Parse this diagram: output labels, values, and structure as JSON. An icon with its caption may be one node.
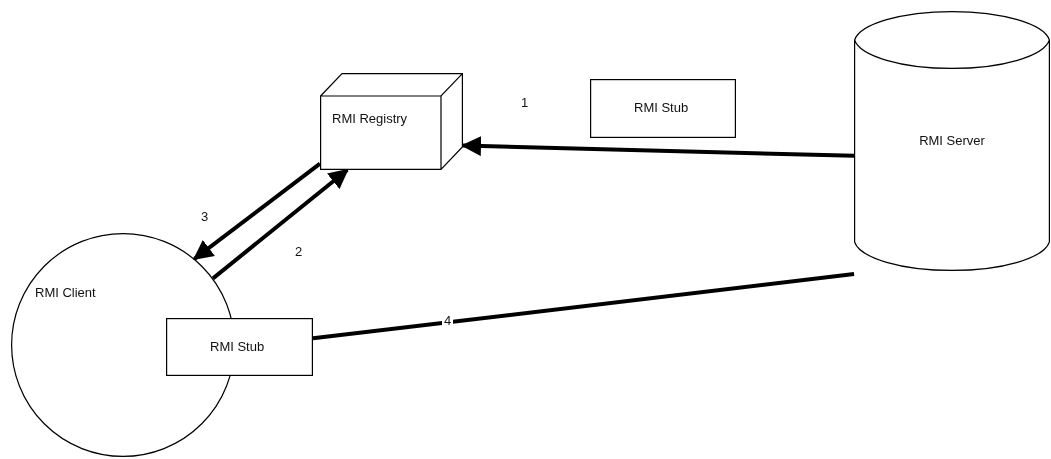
{
  "diagram": {
    "nodes": [
      {
        "text": [
          "RMI Registry"
        ]
      },
      {
        "text": [
          "RMI Stub"
        ]
      },
      {
        "text": [
          "RMI Server"
        ]
      },
      {
        "text": [
          "RMI Client"
        ]
      },
      {
        "text": [
          "RMI Stub"
        ]
      }
    ],
    "edges": [
      {
        "from": 2,
        "to": 0,
        "arrow": "to",
        "label": "1"
      },
      {
        "from": 3,
        "to": 0,
        "arrow": "to",
        "label": "2"
      },
      {
        "from": 0,
        "to": 3,
        "arrow": "to",
        "label": "3"
      },
      {
        "from": 4,
        "to": 2,
        "arrow": "none",
        "label": "4"
      }
    ]
  }
}
